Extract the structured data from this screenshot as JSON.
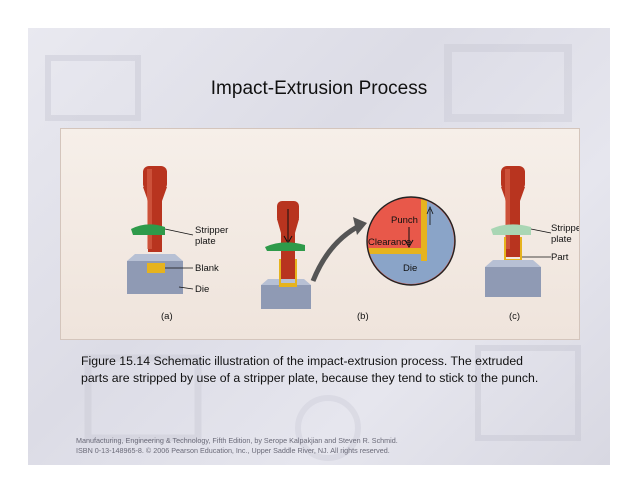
{
  "slide": {
    "title": "Impact-Extrusion Process",
    "figure": {
      "panel_a": {
        "label": "(a)",
        "callouts": {
          "stripper_plate_1": "Stripper",
          "stripper_plate_2": "plate",
          "blank": "Blank",
          "die": "Die"
        }
      },
      "panel_b": {
        "label": "(b)",
        "callouts": {
          "punch": "Punch",
          "clearance": "Clearance",
          "die": "Die"
        }
      },
      "panel_c": {
        "label": "(c)",
        "callouts": {
          "stripper_plate_1": "Stripper",
          "stripper_plate_2": "plate",
          "part": "Part"
        }
      }
    },
    "caption_line1": "Figure 15.14  Schematic illustration of the impact-extrusion process.  The extruded",
    "caption_line2": "parts are stripped by use of a stripper plate, because they tend to stick to the punch.",
    "footer_line1": "Manufacturing, Engineering & Technology, Fifth Edition, by Serope Kalpakjian and Steven R. Schmid.",
    "footer_line2": "ISBN 0-13-148965-8. © 2006 Pearson Education, Inc., Upper Saddle River, NJ.  All rights reserved.",
    "colors": {
      "punch": "#b8341f",
      "stripper": "#2e9a4a",
      "blank": "#e6b31e",
      "die": "#8f9ab4",
      "zoom_red": "#e8584a",
      "zoom_blue": "#8aa4c8"
    }
  }
}
